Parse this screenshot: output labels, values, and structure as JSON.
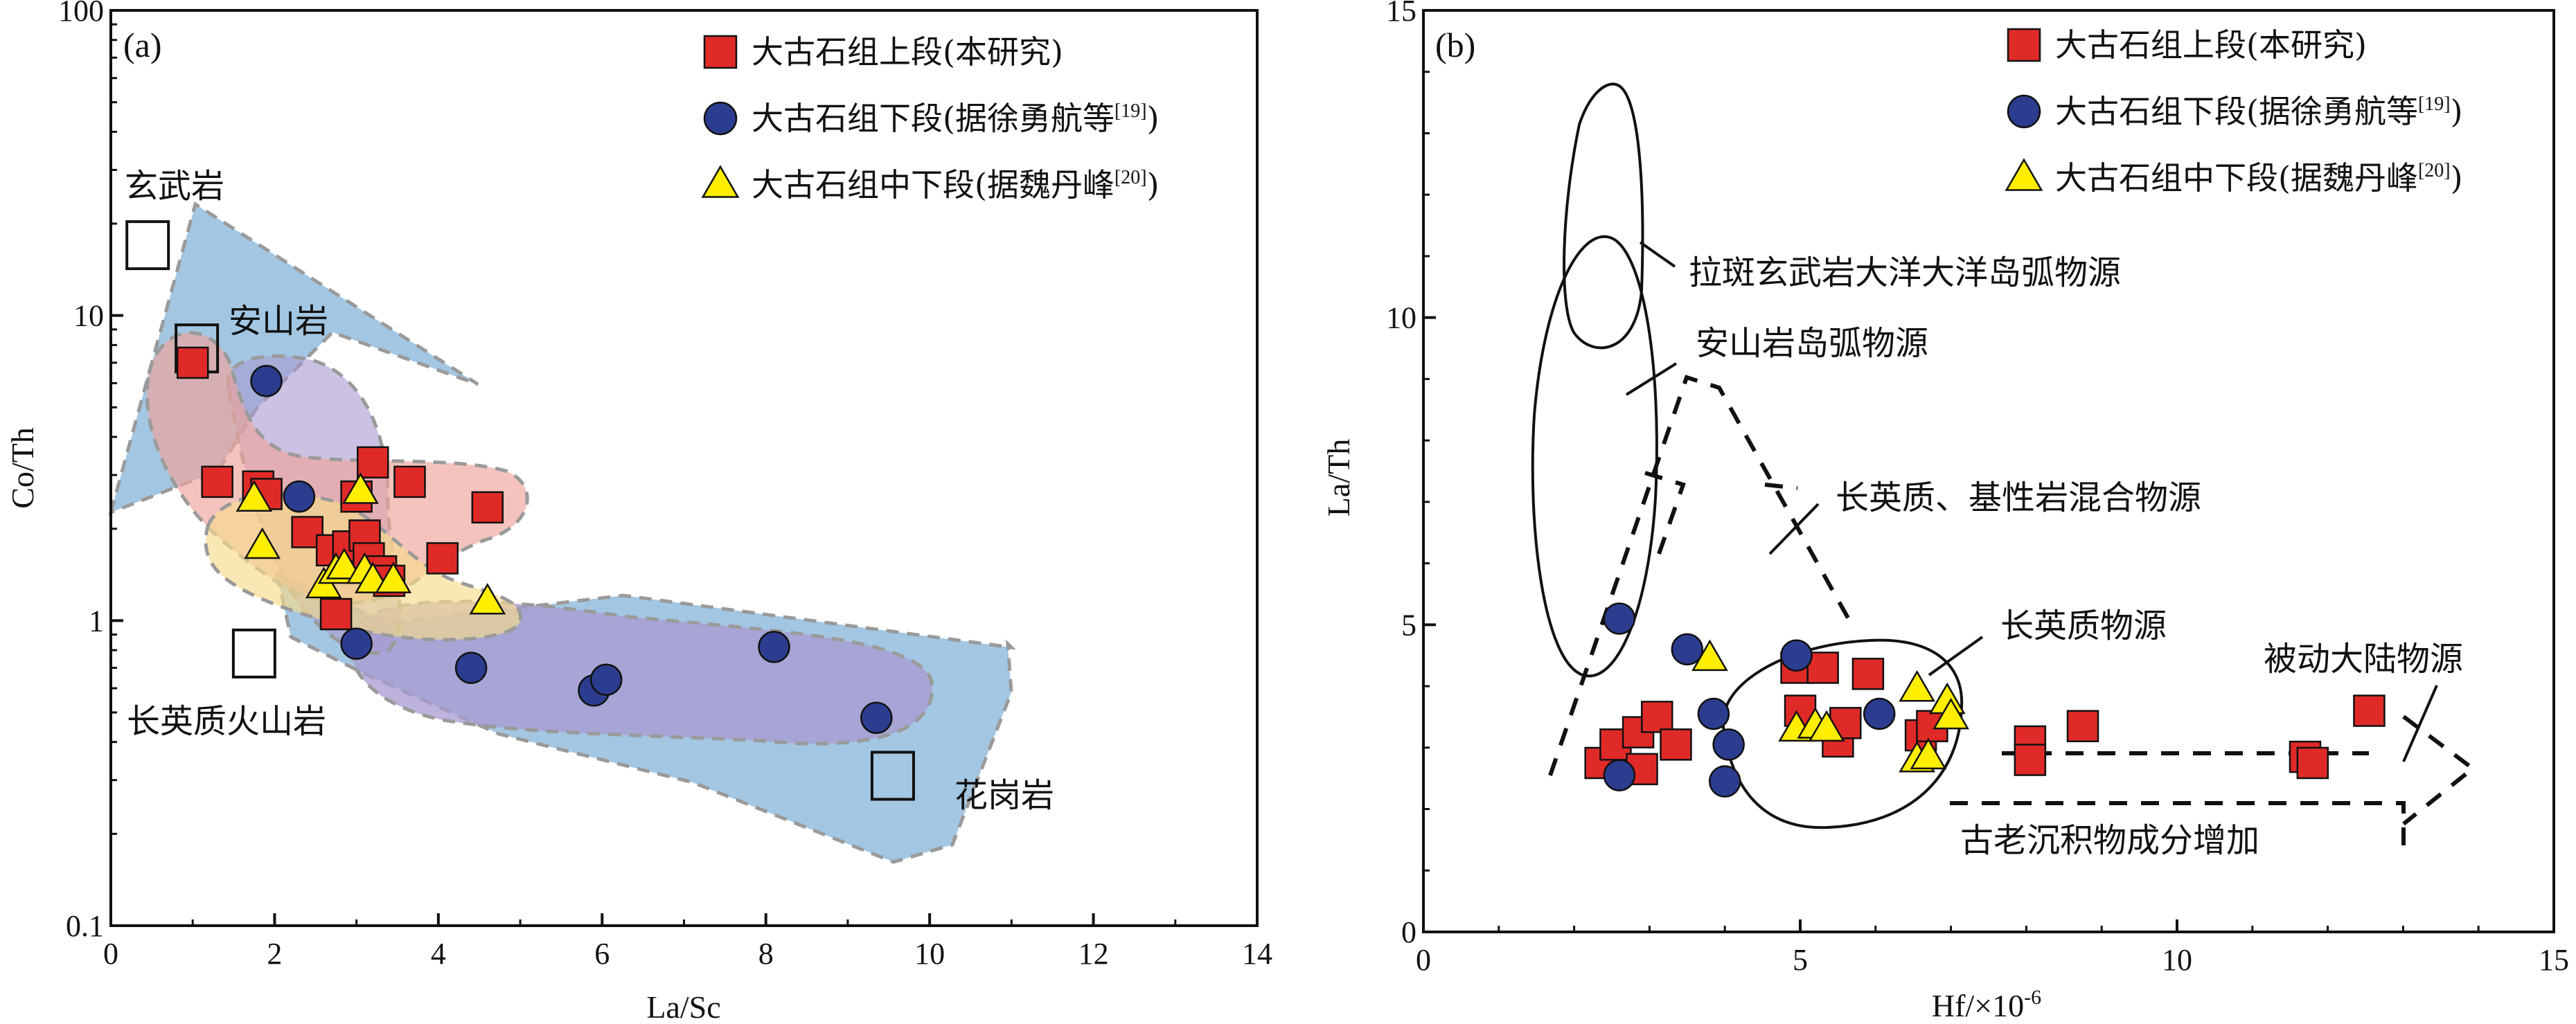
{
  "chart_data": [
    {
      "type": "scatter",
      "panel_label": "(a)",
      "xlabel": "La/Sc",
      "ylabel": "Co/Th",
      "xlim": [
        0,
        14
      ],
      "ylim": [
        0.1,
        100
      ],
      "y_scale": "log",
      "x_ticks": [
        "0",
        "2",
        "4",
        "6",
        "8",
        "10",
        "12",
        "14"
      ],
      "y_ticks": [
        "0.1",
        "1",
        "10",
        "100"
      ],
      "legend": {
        "placement": "top-right",
        "items": [
          {
            "text": "大古石组上段(本研究)",
            "sup": "",
            "tail": "",
            "marker": "square"
          },
          {
            "text": "大古石组下段(据徐勇航等",
            "sup": "[19]",
            "tail": ")",
            "marker": "circle"
          },
          {
            "text": "大古石组中下段(据魏丹峰",
            "sup": "[20]",
            "tail": ")",
            "marker": "triangle"
          }
        ]
      },
      "annotations": [
        "玄武岩",
        "安山岩",
        "长英质火山岩",
        "花岗岩"
      ],
      "reference_boxes": [
        {
          "name": "玄武岩",
          "x": 0.45,
          "y": 17
        },
        {
          "name": "安山岩",
          "x": 1.05,
          "y": 7.8
        },
        {
          "name": "长英质火山岩",
          "x": 1.75,
          "y": 0.78
        },
        {
          "name": "花岗岩",
          "x": 9.55,
          "y": 0.31
        }
      ],
      "series": [
        {
          "name": "大古石组上段(本研究)",
          "marker": "square",
          "color": "#e02a28",
          "points": [
            [
              1.0,
              7.0
            ],
            [
              1.3,
              2.85
            ],
            [
              1.8,
              2.75
            ],
            [
              1.9,
              2.6
            ],
            [
              2.4,
              1.95
            ],
            [
              2.7,
              1.7
            ],
            [
              2.9,
              1.75
            ],
            [
              3.0,
              2.55
            ],
            [
              3.1,
              1.9
            ],
            [
              3.15,
              1.6
            ],
            [
              3.2,
              3.3
            ],
            [
              3.3,
              1.45
            ],
            [
              3.4,
              1.35
            ],
            [
              3.65,
              2.85
            ],
            [
              4.05,
              1.6
            ],
            [
              4.6,
              2.35
            ],
            [
              2.75,
              1.05
            ]
          ]
        },
        {
          "name": "大古石组下段(据徐勇航等[19])",
          "marker": "circle",
          "color": "#2c3d8f",
          "points": [
            [
              1.9,
              6.1
            ],
            [
              2.3,
              2.55
            ],
            [
              3.0,
              0.84
            ],
            [
              4.4,
              0.7
            ],
            [
              5.9,
              0.59
            ],
            [
              6.05,
              0.64
            ],
            [
              8.1,
              0.82
            ],
            [
              9.35,
              0.48
            ]
          ]
        },
        {
          "name": "大古石组中下段(据魏丹峰[20])",
          "marker": "triangle",
          "color": "#ffee00",
          "points": [
            [
              1.75,
              2.5
            ],
            [
              1.85,
              1.75
            ],
            [
              2.6,
              1.3
            ],
            [
              2.75,
              1.45
            ],
            [
              2.85,
              1.5
            ],
            [
              3.05,
              2.65
            ],
            [
              3.1,
              1.45
            ],
            [
              3.2,
              1.35
            ],
            [
              3.45,
              1.35
            ],
            [
              4.6,
              1.15
            ]
          ]
        }
      ]
    },
    {
      "type": "scatter",
      "panel_label": "(b)",
      "xlabel": "Hf/×10",
      "xlabel_sup": "-6",
      "ylabel": "La/Th",
      "xlim": [
        0,
        15
      ],
      "ylim": [
        0,
        15
      ],
      "x_ticks": [
        "0",
        "5",
        "10",
        "15"
      ],
      "y_ticks": [
        "0",
        "5",
        "10",
        "15"
      ],
      "legend": {
        "placement": "top-right",
        "items": [
          {
            "text": "大古石组上段(本研究)",
            "sup": "",
            "tail": "",
            "marker": "square"
          },
          {
            "text": "大古石组下段(据徐勇航等",
            "sup": "[19]",
            "tail": ")",
            "marker": "circle"
          },
          {
            "text": "大古石组中下段(据魏丹峰",
            "sup": "[20]",
            "tail": ")",
            "marker": "triangle"
          }
        ]
      },
      "annotations": [
        "拉斑玄武岩大洋大洋岛弧物源",
        "安山岩岛弧物源",
        "长英质、基性岩混合物源",
        "长英质物源",
        "被动大陆物源",
        "古老沉积物成分增加"
      ],
      "series": [
        {
          "name": "大古石组上段(本研究)",
          "marker": "square",
          "color": "#e02a28",
          "points": [
            [
              2.35,
              2.75
            ],
            [
              2.55,
              3.05
            ],
            [
              2.85,
              3.25
            ],
            [
              2.9,
              2.65
            ],
            [
              3.1,
              3.5
            ],
            [
              3.35,
              3.05
            ],
            [
              4.95,
              4.3
            ],
            [
              5.0,
              3.6
            ],
            [
              5.3,
              4.3
            ],
            [
              5.5,
              3.1
            ],
            [
              5.6,
              3.4
            ],
            [
              5.9,
              4.2
            ],
            [
              6.6,
              3.2
            ],
            [
              6.75,
              3.35
            ],
            [
              8.05,
              3.1
            ],
            [
              8.05,
              2.8
            ],
            [
              8.75,
              3.35
            ],
            [
              11.7,
              2.85
            ],
            [
              11.8,
              2.75
            ],
            [
              12.55,
              3.6
            ]
          ]
        },
        {
          "name": "大古石组下段(据徐勇航等[19])",
          "marker": "circle",
          "color": "#2c3d8f",
          "points": [
            [
              2.6,
              5.1
            ],
            [
              2.6,
              2.55
            ],
            [
              3.5,
              4.6
            ],
            [
              3.85,
              3.55
            ],
            [
              4.05,
              3.05
            ],
            [
              4.0,
              2.45
            ],
            [
              4.95,
              4.5
            ],
            [
              6.05,
              3.55
            ]
          ]
        },
        {
          "name": "大古石组中下段(据魏丹峰[20])",
          "marker": "triangle",
          "color": "#ffee00",
          "points": [
            [
              3.8,
              4.45
            ],
            [
              4.95,
              3.3
            ],
            [
              5.2,
              3.35
            ],
            [
              5.35,
              3.3
            ],
            [
              6.55,
              3.95
            ],
            [
              6.55,
              2.8
            ],
            [
              6.7,
              2.85
            ],
            [
              6.95,
              3.75
            ],
            [
              7.0,
              3.5
            ]
          ]
        }
      ]
    }
  ],
  "colors": {
    "square_fill": "#e02a28",
    "circle_fill": "#2c3d8f",
    "triangle_fill": "#ffee00",
    "field_blue": "#7fb1d8",
    "field_red": "#f0a39a",
    "field_purple": "#a89ad0",
    "field_yellow": "#f6dc8a"
  }
}
